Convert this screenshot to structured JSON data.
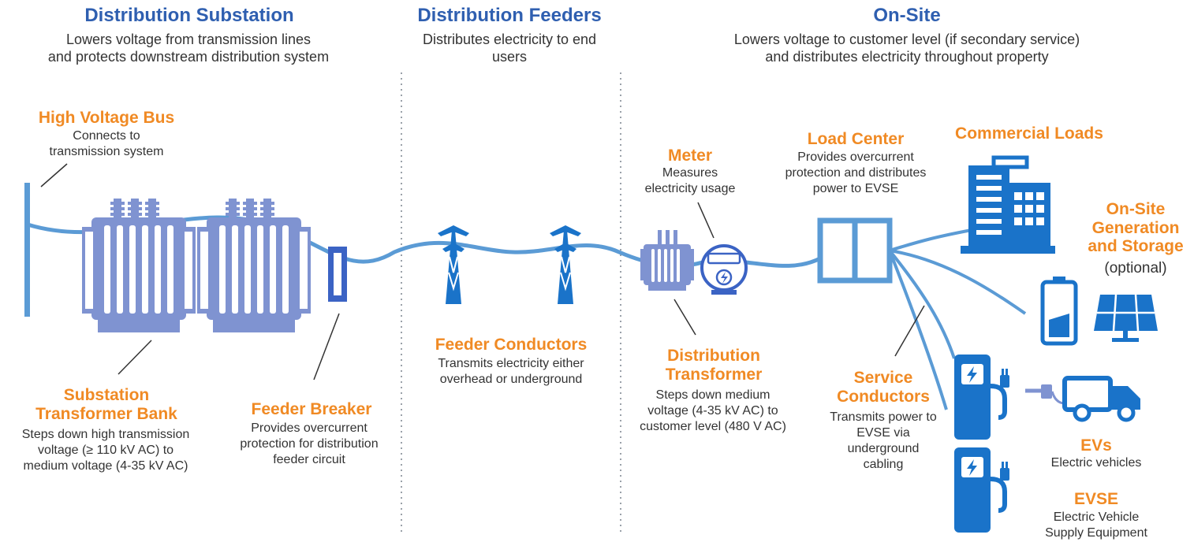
{
  "sections": {
    "substation": {
      "title": "Distribution Substation",
      "desc1": "Lowers voltage from transmission lines",
      "desc2": "and protects downstream distribution system"
    },
    "feeders": {
      "title": "Distribution Feeders",
      "desc1": "Distributes electricity to end",
      "desc2": "users"
    },
    "onsite": {
      "title": "On-Site",
      "desc1": "Lowers voltage to customer level (if secondary service)",
      "desc2": "and distributes electricity throughout property"
    }
  },
  "components": {
    "hv_bus": {
      "label": "High Voltage Bus",
      "desc1": "Connects to",
      "desc2": "transmission system"
    },
    "transformer_bank": {
      "label1": "Substation",
      "label2": "Transformer Bank",
      "desc1": "Steps down high transmission",
      "desc2": "voltage (≥ 110 kV AC) to",
      "desc3": "medium voltage (4-35 kV AC)"
    },
    "feeder_breaker": {
      "label": "Feeder Breaker",
      "desc1": "Provides overcurrent",
      "desc2": "protection for distribution",
      "desc3": "feeder circuit"
    },
    "feeder_conductors": {
      "label": "Feeder Conductors",
      "desc1": "Transmits electricity either",
      "desc2": "overhead or underground"
    },
    "meter": {
      "label": "Meter",
      "desc1": "Measures",
      "desc2": "electricity usage"
    },
    "dist_transformer": {
      "label1": "Distribution",
      "label2": "Transformer",
      "desc1": "Steps down medium",
      "desc2": "voltage (4-35 kV AC) to",
      "desc3": "customer level (480 V AC)"
    },
    "load_center": {
      "label": "Load Center",
      "desc1": "Provides overcurrent",
      "desc2": "protection and distributes",
      "desc3": "power to EVSE"
    },
    "commercial_loads": {
      "label": "Commercial Loads"
    },
    "onsite_gen": {
      "label1": "On-Site",
      "label2": "Generation",
      "label3": "and Storage",
      "desc": "(optional)"
    },
    "service_conductors": {
      "label1": "Service",
      "label2": "Conductors",
      "desc1": "Transmits power to",
      "desc2": "EVSE via",
      "desc3": "underground",
      "desc4": "cabling"
    },
    "evs": {
      "label": "EVs",
      "desc": "Electric vehicles"
    },
    "evse": {
      "label": "EVSE",
      "desc1": "Electric Vehicle",
      "desc2": "Supply Equipment"
    }
  },
  "colors": {
    "title_blue": "#2f5fb0",
    "label_orange": "#f08a24",
    "line_blue": "#5b9bd5",
    "icon_blue": "#1a73c9",
    "transformer": "#7f93d1"
  }
}
